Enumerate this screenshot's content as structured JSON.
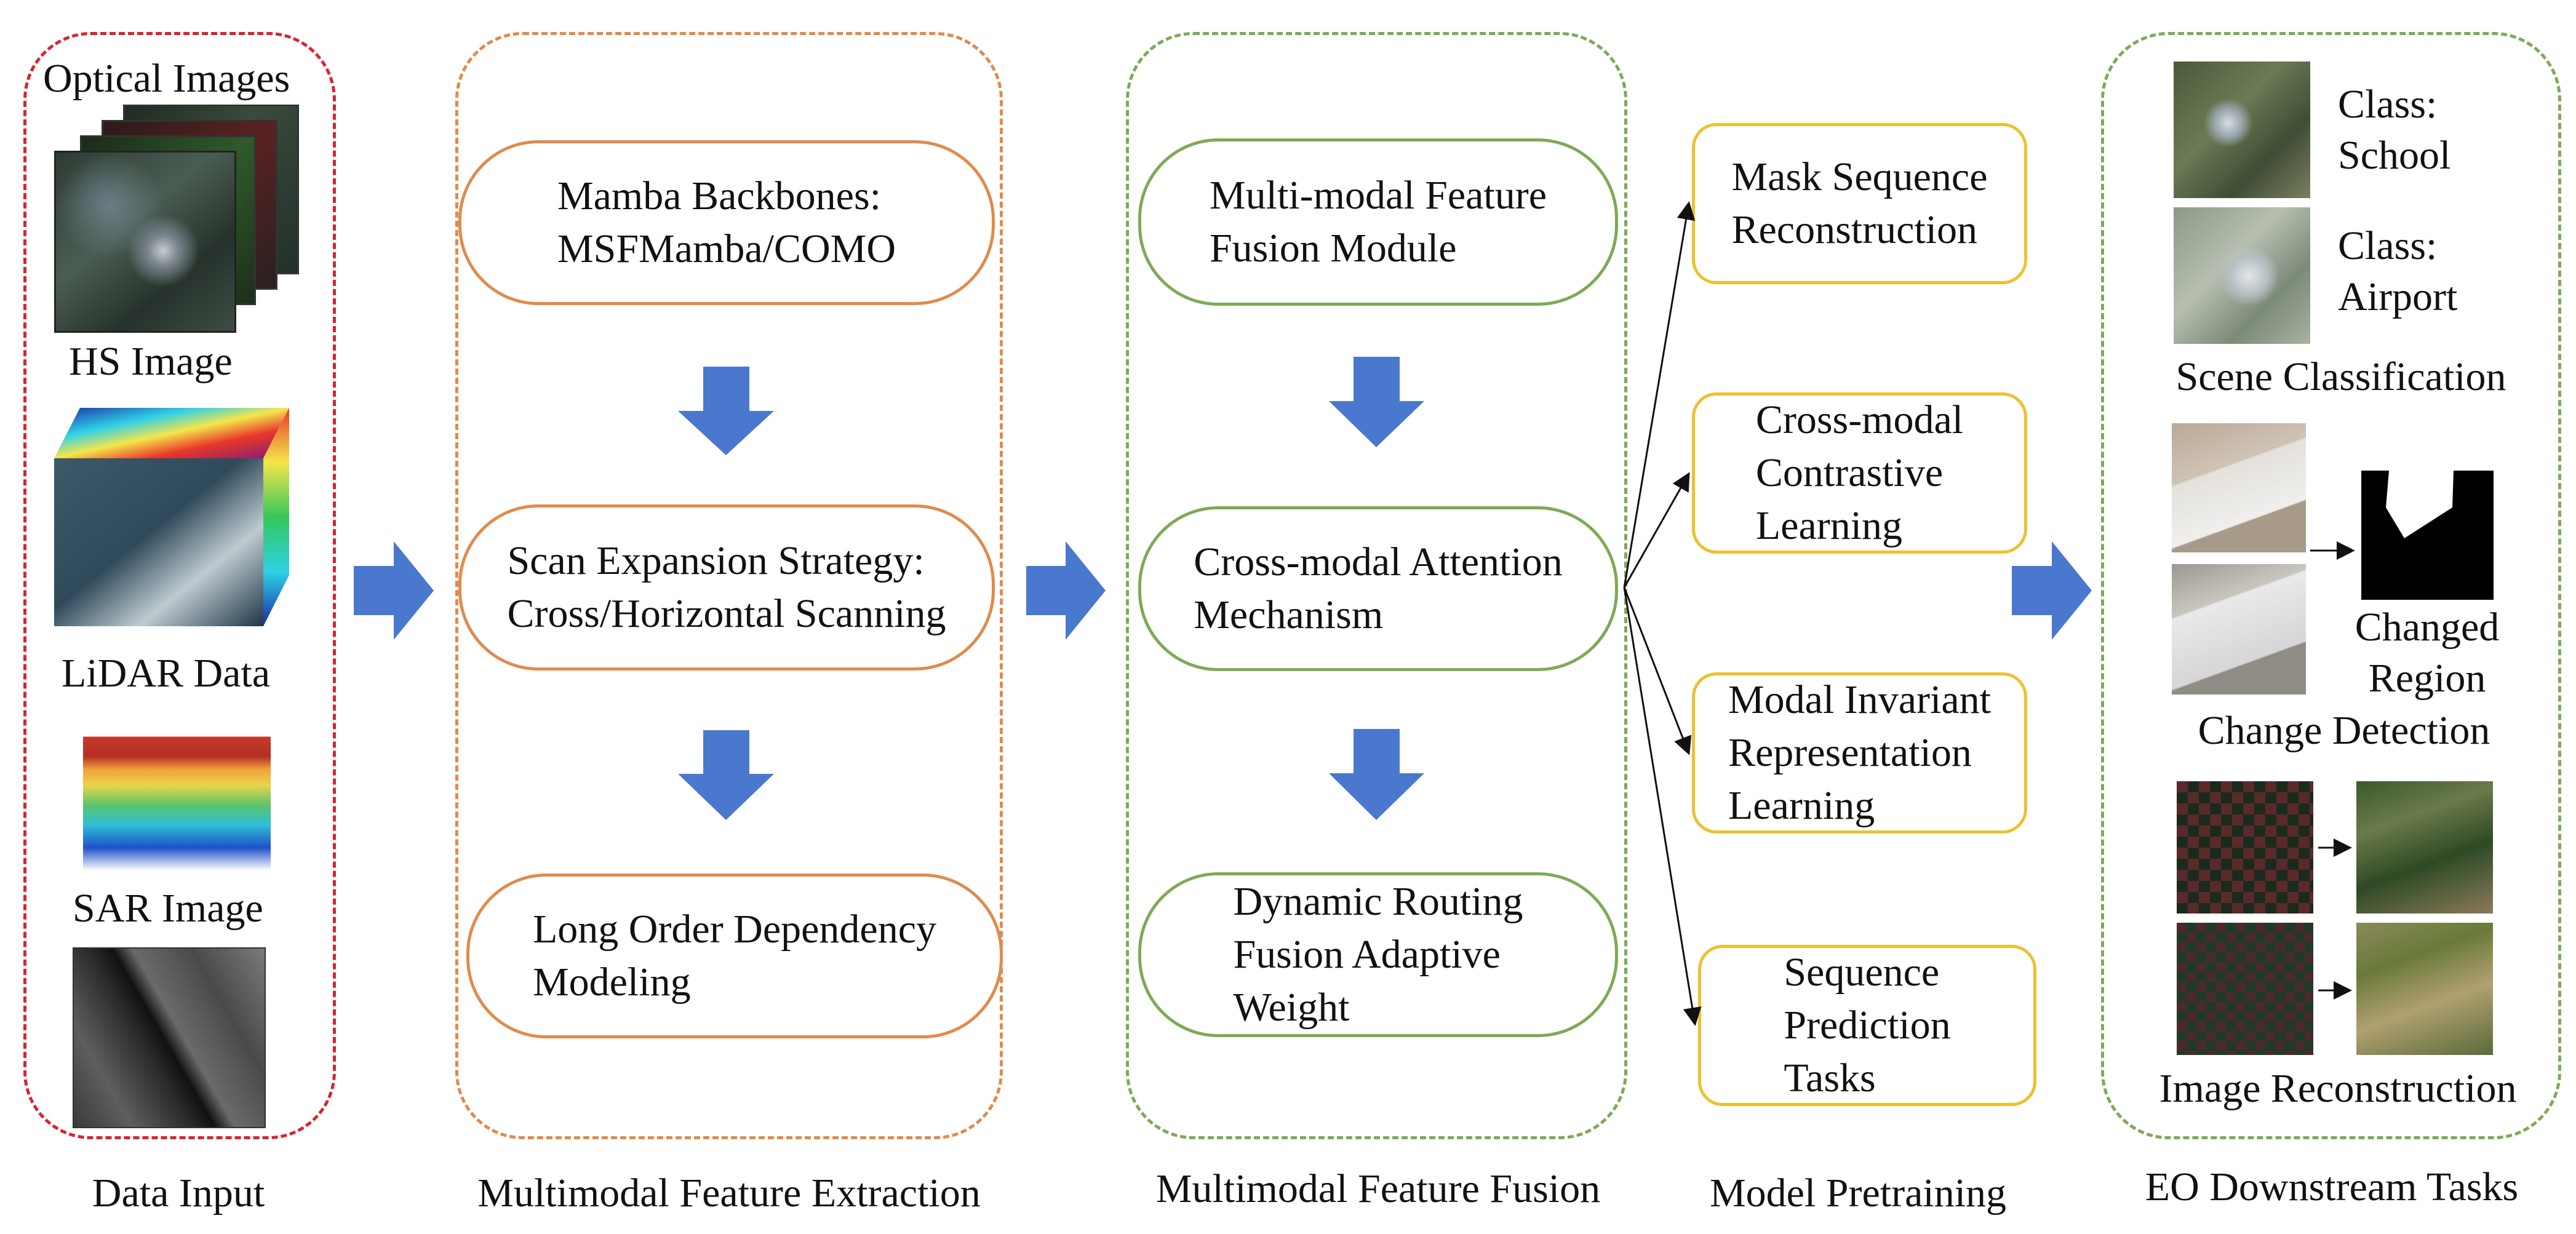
{
  "sections": {
    "data_input": "Data Input",
    "feature_extraction": "Multimodal Feature Extraction",
    "feature_fusion": "Multimodal Feature Fusion",
    "pretraining": "Model Pretraining",
    "downstream": "EO Downstream Tasks"
  },
  "inputs": {
    "optical": "Optical Images",
    "hs": "HS Image",
    "lidar": "LiDAR Data",
    "sar": "SAR Image"
  },
  "extraction": {
    "backbones": "Mamba Backbones:\nMSFMamba/COMO",
    "scan": "Scan Expansion Strategy:\nCross/Horizontal Scanning",
    "long_order": "Long Order Dependency\nModeling"
  },
  "fusion": {
    "module": "Multi-modal Feature\nFusion Module",
    "attention": "Cross-modal Attention\nMechanism",
    "routing": "Dynamic Routing\nFusion Adaptive\nWeight"
  },
  "pretraining_tasks": {
    "mask": "Mask Sequence\nReconstruction",
    "contrastive": "Cross-modal\nContrastive\nLearning",
    "invariant": "Modal Invariant\nRepresentation\nLearning",
    "sequence": "Sequence\nPrediction\nTasks"
  },
  "downstream": {
    "class_school_label": "Class:",
    "class_school_value": "School",
    "class_airport_label": "Class:",
    "class_airport_value": "Airport",
    "scene_classification": "Scene Classification",
    "changed_region_1": "Changed",
    "changed_region_2": "Region",
    "change_detection": "Change Detection",
    "image_reconstruction": "Image Reconstruction"
  },
  "colors": {
    "red_group": "#d9242f",
    "orange": "#e08b4d",
    "green": "#7eaa55",
    "yellow": "#edc12f",
    "blue_arrow": "#4a78cf"
  }
}
